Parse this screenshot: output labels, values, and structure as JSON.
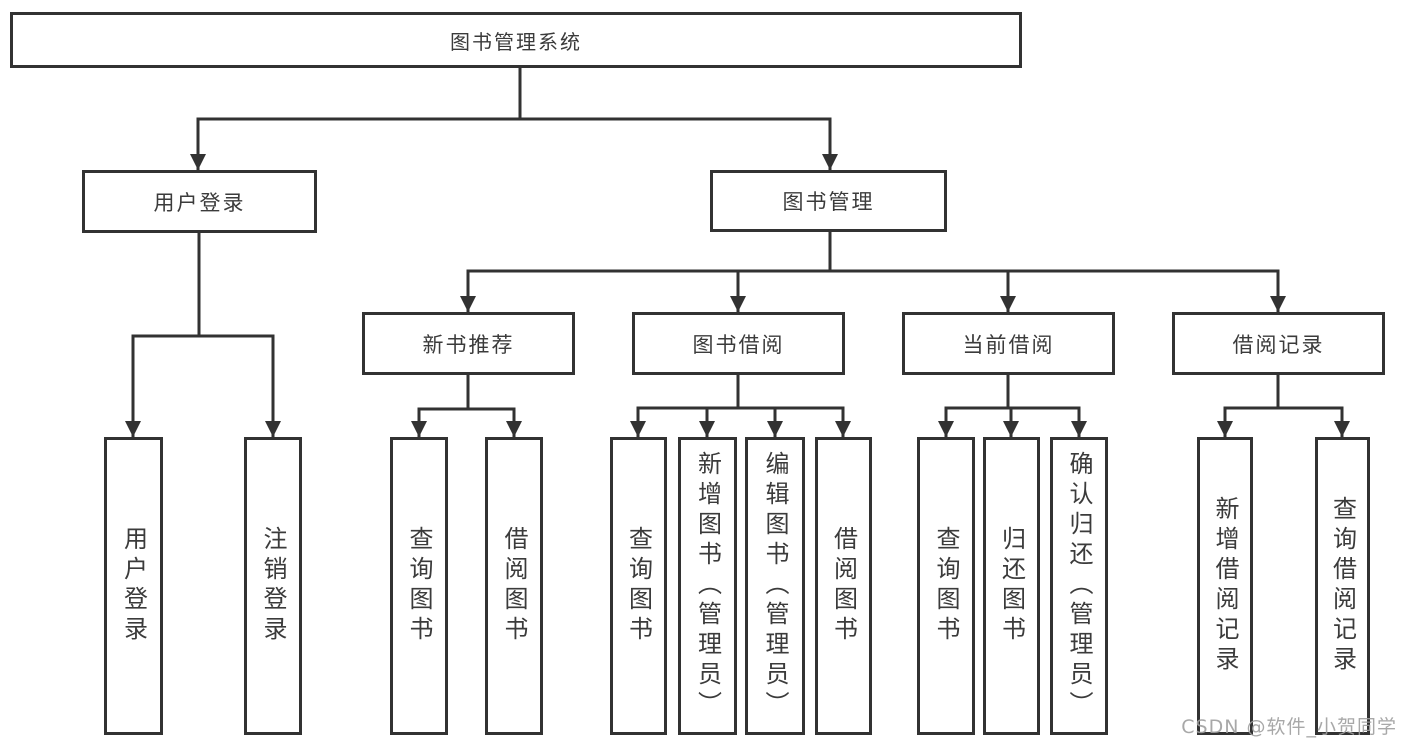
{
  "diagram": {
    "title": "图书管理系统",
    "type": "hierarchy-tree",
    "line_color": "#323232",
    "box_background": "#ffffff",
    "text_color": "#3b3b3b",
    "nodes": {
      "root": {
        "label": "图书管理系统",
        "level": 1
      },
      "userLogin": {
        "label": "用户登录",
        "level": 2
      },
      "bookMgmt": {
        "label": "图书管理",
        "level": 2
      },
      "newBookRec": {
        "label": "新书推荐",
        "level": 3
      },
      "bookBorrow": {
        "label": "图书借阅",
        "level": 3
      },
      "currentBorrow": {
        "label": "当前借阅",
        "level": 3
      },
      "borrowRecords": {
        "label": "借阅记录",
        "level": 3
      },
      "loginLeaf": {
        "label": "用户登录",
        "level": 4
      },
      "logoutLeaf": {
        "label": "注销登录",
        "level": 4
      },
      "recQuery": {
        "label": "查询图书",
        "level": 4
      },
      "recBorrow": {
        "label": "借阅图书",
        "level": 4
      },
      "bbQuery": {
        "label": "查询图书",
        "level": 4
      },
      "bbAdd": {
        "label": "新增图书（管理员）",
        "level": 4
      },
      "bbEdit": {
        "label": "编辑图书（管理员）",
        "level": 4
      },
      "bbBorrow": {
        "label": "借阅图书",
        "level": 4
      },
      "cbQuery": {
        "label": "查询图书",
        "level": 4
      },
      "cbReturn": {
        "label": "归还图书",
        "level": 4
      },
      "cbConfirm": {
        "label": "确认归还（管理员）",
        "level": 4
      },
      "brAdd": {
        "label": "新增借阅记录",
        "level": 4
      },
      "brQuery": {
        "label": "查询借阅记录",
        "level": 4
      }
    },
    "hierarchy": {
      "root": [
        "userLogin",
        "bookMgmt"
      ],
      "userLogin": [
        "loginLeaf",
        "logoutLeaf"
      ],
      "bookMgmt": [
        "newBookRec",
        "bookBorrow",
        "currentBorrow",
        "borrowRecords"
      ],
      "newBookRec": [
        "recQuery",
        "recBorrow"
      ],
      "bookBorrow": [
        "bbQuery",
        "bbAdd",
        "bbEdit",
        "bbBorrow"
      ],
      "currentBorrow": [
        "cbQuery",
        "cbReturn",
        "cbConfirm"
      ],
      "borrowRecords": [
        "brAdd",
        "brQuery"
      ]
    },
    "watermark": {
      "text": "CSDN @软件_小贺同学",
      "color": "#9e9e9e"
    }
  }
}
